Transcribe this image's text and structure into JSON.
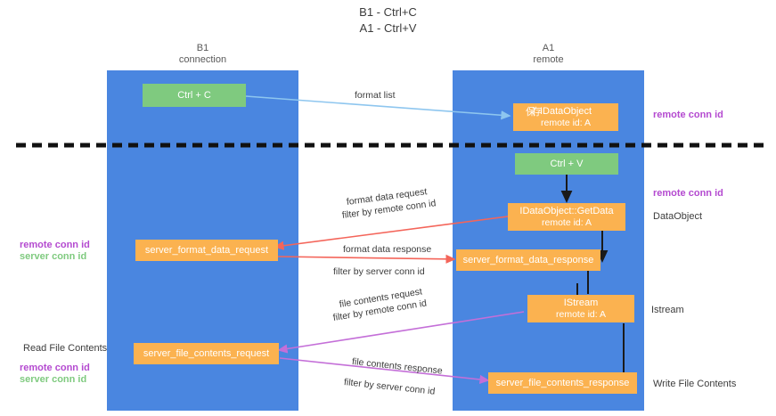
{
  "title": "B1 - Ctrl+C\nA1 - Ctrl+V",
  "lanes": [
    {
      "name": "lane-b1",
      "title": "B1\nconnection"
    },
    {
      "name": "lane-a1",
      "title": "A1\nremote"
    }
  ],
  "boxes": {
    "ctrl_c": {
      "line1": "Ctrl + C"
    },
    "ctrl_v": {
      "line1": "Ctrl + V"
    },
    "idataobject": {
      "prefix": "保存",
      "line1": "IDataObject",
      "line2": "remote id: A"
    },
    "getdata": {
      "line1": "IDataObject::GetData",
      "line2": "remote id: A"
    },
    "istream": {
      "line1": "IStream",
      "line2": "remote id: A"
    },
    "server_format_data_request": {
      "line1": "server_format_data_request"
    },
    "server_format_data_response": {
      "line1": "server_format_data_response"
    },
    "server_file_contents_request": {
      "line1": "server_file_contents_request"
    },
    "server_file_contents_response": {
      "line1": "server_file_contents_response"
    }
  },
  "edge_labels": {
    "format_list": "format list",
    "format_data_request": "format data request",
    "format_data_request_filter_prefix": "filter by ",
    "format_data_request_filter_key": "remote conn id",
    "format_data_response": "format data response",
    "format_data_response_filter_prefix": "filter by ",
    "format_data_response_filter_key": "server conn id",
    "file_contents_request": "file contents request",
    "file_contents_request_filter_prefix": "filter by ",
    "file_contents_request_filter_key": "remote conn id",
    "file_contents_response": "file contents response",
    "file_contents_response_filter_prefix": "filter by ",
    "file_contents_response_filter_key": "server conn id"
  },
  "side_labels": {
    "right_remote_conn_id_top": "remote conn id",
    "right_remote_conn_id_mid": "remote conn id",
    "right_dataobject": "DataObject",
    "right_istream": "Istream",
    "right_write_file_contents": "Write File Contents",
    "left_remote_conn_id": "remote conn id",
    "left_server_conn_id": "server conn id",
    "left_read_file_contents": "Read File Contents",
    "left_remote_conn_id_2": "remote conn id",
    "left_server_conn_id_2": "server conn id"
  },
  "colors": {
    "lane": "#4a86e0",
    "green_box": "#7fca7f",
    "orange_box": "#fbb250",
    "purple": "#b44ad0",
    "accent_green_text": "#7fca7f",
    "arrow_blue": "#8ec6ef",
    "arrow_red": "#f4655a",
    "arrow_magenta": "#c46fd8",
    "arrow_black": "#1a1a1a",
    "divider": "#111111"
  }
}
